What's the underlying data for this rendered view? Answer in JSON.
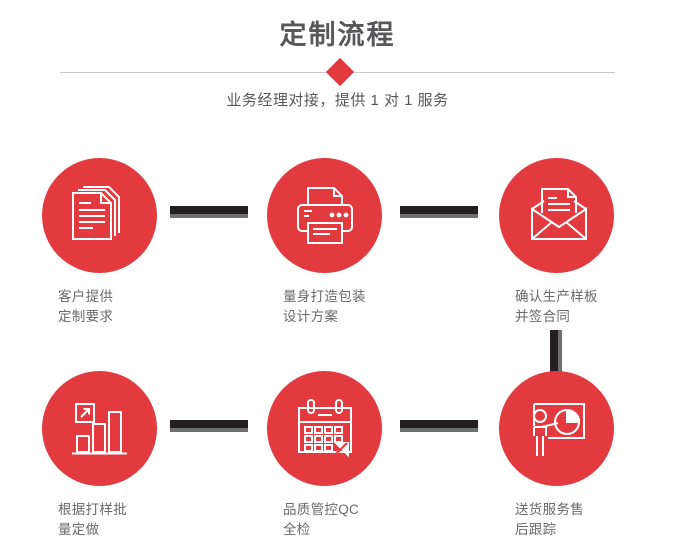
{
  "header": {
    "title": "定制流程",
    "subtitle": "业务经理对接，提供 1 对 1 服务",
    "diamond_color": "#e23a3e",
    "divider_color": "#c9c9c9",
    "title_color": "#58585a"
  },
  "theme": {
    "accent": "#e23a3e",
    "connector_dark": "#231f20",
    "connector_shadow": "#6f6f71",
    "label_color": "#6a6a6c",
    "icon_stroke": "#ffffff"
  },
  "steps": [
    {
      "index": 1,
      "icon": "documents-stack-icon",
      "label": "客户提供\n定制要求"
    },
    {
      "index": 2,
      "icon": "printer-icon",
      "label": "量身打造包装\n设计方案"
    },
    {
      "index": 3,
      "icon": "envelope-document-icon",
      "label": "确认生产样板\n并签合同"
    },
    {
      "index": 4,
      "icon": "bar-chart-growth-icon",
      "label": "根据打样批\n量定做"
    },
    {
      "index": 5,
      "icon": "calendar-check-icon",
      "label": "品质管控QC\n全检"
    },
    {
      "index": 6,
      "icon": "presentation-pie-chart-icon",
      "label": "送货服务售\n后跟踪"
    }
  ],
  "connectors": [
    {
      "name": "connector-step1-step2",
      "orientation": "horizontal"
    },
    {
      "name": "connector-step2-step3",
      "orientation": "horizontal"
    },
    {
      "name": "connector-step3-step6",
      "orientation": "vertical"
    },
    {
      "name": "connector-step4-step5",
      "orientation": "horizontal"
    },
    {
      "name": "connector-step5-step6",
      "orientation": "horizontal"
    }
  ]
}
